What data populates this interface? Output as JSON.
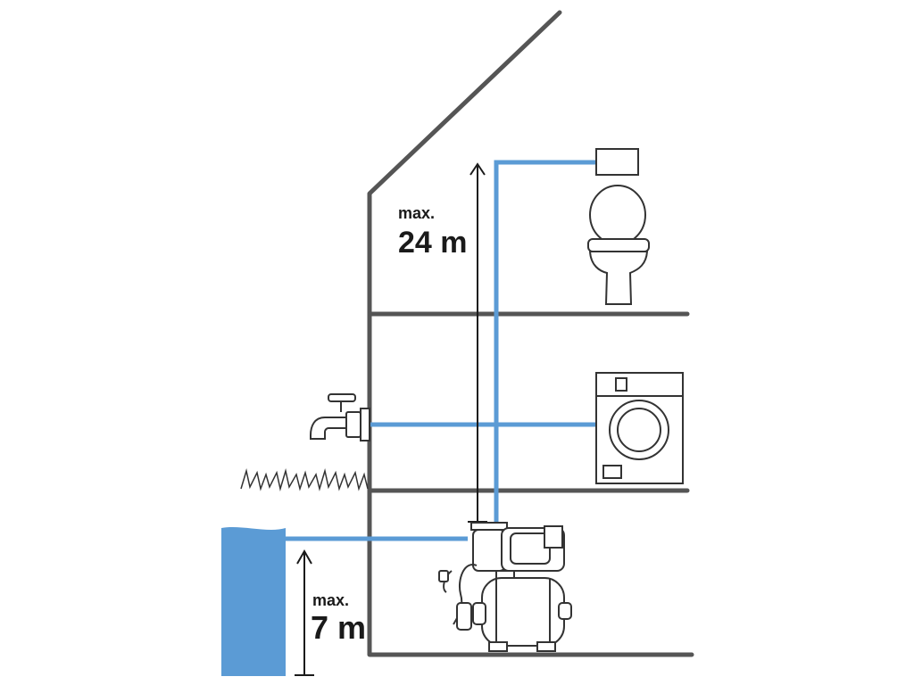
{
  "colors": {
    "structure": "#555555",
    "pipe": "#5b9bd5",
    "water": "#5b9bd5",
    "ink": "#1a1a1a"
  },
  "labels": {
    "upper_max": "max.",
    "upper_value": "24 m",
    "lower_max": "max.",
    "lower_value": "7 m"
  },
  "icons": [
    "house-outline",
    "toilet-icon",
    "washing-machine-icon",
    "garden-tap-icon",
    "grass-icon",
    "water-tank",
    "pump-unit-icon"
  ]
}
